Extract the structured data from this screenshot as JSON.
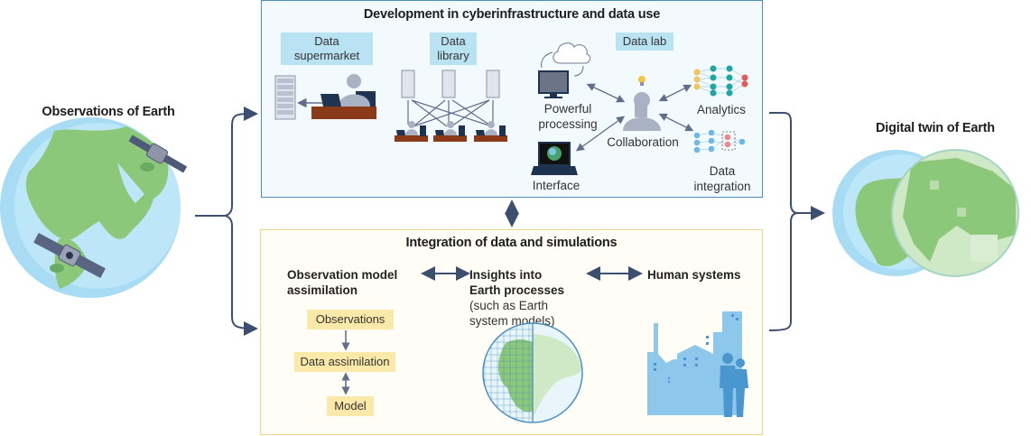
{
  "left": {
    "title": "Observations of Earth"
  },
  "right": {
    "title": "Digital twin of Earth"
  },
  "top_panel": {
    "title": "Development in cyberinfrastructure and data use",
    "data_supermarket": "Data supermarket",
    "data_supermarket_l1": "Data",
    "data_supermarket_l2": "supermarket",
    "data_library_l1": "Data",
    "data_library_l2": "library",
    "data_lab": "Data lab",
    "powerful_l1": "Powerful",
    "powerful_l2": "processing",
    "collaboration": "Collaboration",
    "analytics": "Analytics",
    "interface": "Interface",
    "data_integration_l1": "Data",
    "data_integration_l2": "integration"
  },
  "bottom_panel": {
    "title": "Integration of data and simulations",
    "obs_model_l1": "Observation model",
    "obs_model_l2": "assimilation",
    "insights_l1": "Insights into",
    "insights_l2": "Earth processes",
    "insights_l3": "(such as Earth",
    "insights_l4": "system models)",
    "human_systems": "Human systems",
    "flow": [
      "Observations",
      "Data assimilation",
      "Model"
    ]
  },
  "colors": {
    "top_border": "#4a8fbf",
    "bottom_border": "#f0d48a",
    "tag_blue": "#b9e2f3",
    "tag_yellow": "#fbe9a9",
    "arrow": "#3d4f6e",
    "ocean": "#b5e1f6",
    "land": "#8cc879",
    "city": "#8ec7ec",
    "people": "#4a97cf"
  }
}
